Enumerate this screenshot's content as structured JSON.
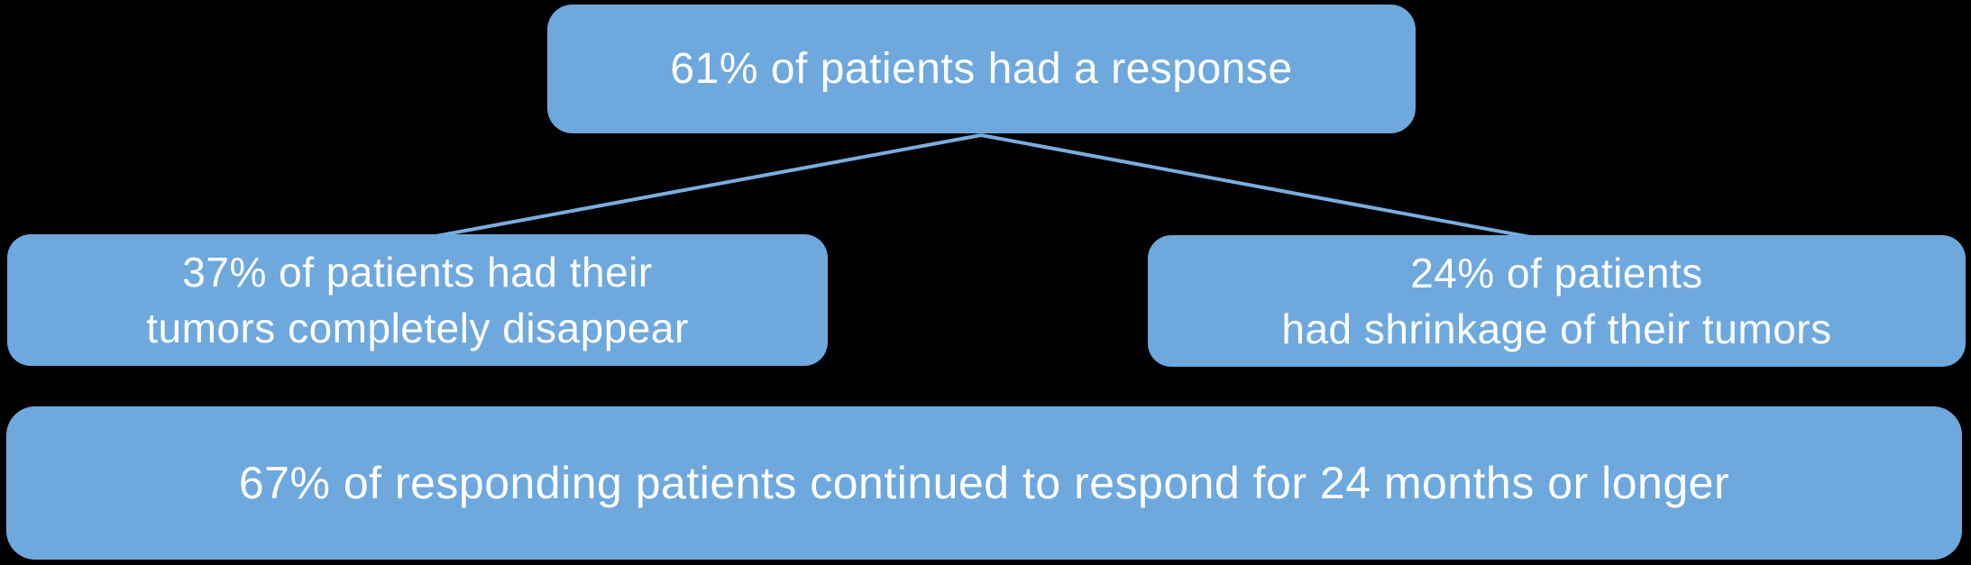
{
  "diagram": {
    "title_hint": "Patient response infographic",
    "root": {
      "text": "61% of patients had a response"
    },
    "children": {
      "complete_response": {
        "line1": "37% of patients had their",
        "line2": "tumors completely disappear"
      },
      "tumor_shrinkage": {
        "line1": "24% of patients",
        "line2": "had shrinkage of their tumors"
      }
    },
    "footer": {
      "text": "67% of responding patients continued to respond for 24 months or longer"
    }
  },
  "colors": {
    "box_fill": "#6FA8DC",
    "connector": "#7AADE0",
    "text": "#FFFFFF",
    "background": "#000000"
  }
}
